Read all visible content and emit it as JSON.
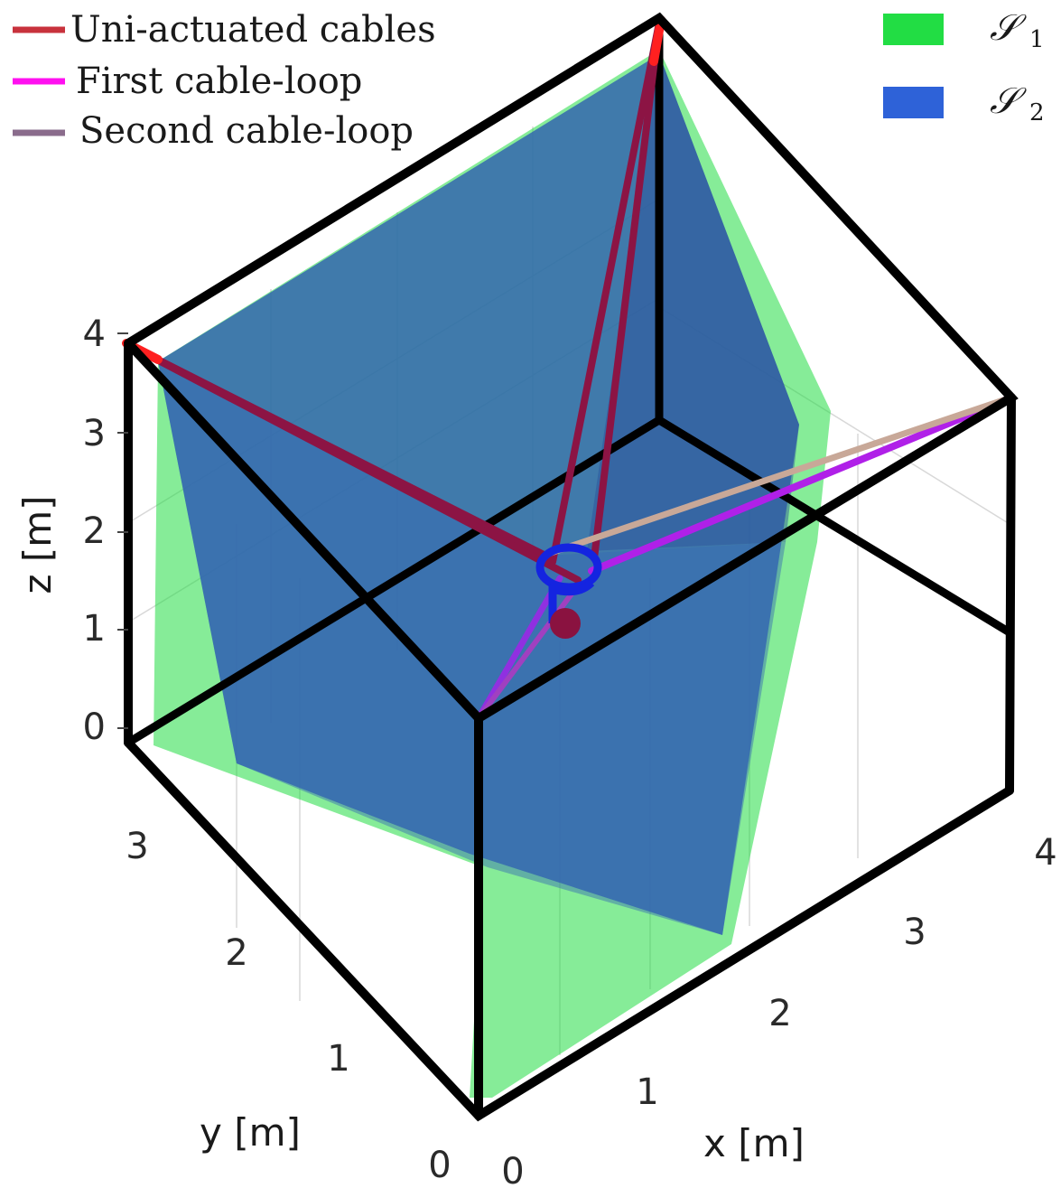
{
  "chart_data": {
    "type": "3d-workspace",
    "axes": {
      "x": {
        "label": "x [m]",
        "ticks": [
          "0",
          "1",
          "2",
          "3",
          "4"
        ],
        "range": [
          0,
          4
        ]
      },
      "y": {
        "label": "y [m]",
        "ticks": [
          "0",
          "1",
          "2",
          "3"
        ],
        "range": [
          0,
          3.5
        ]
      },
      "z": {
        "label": "z [m]",
        "ticks": [
          "0",
          "1",
          "2",
          "3",
          "4"
        ],
        "range": [
          0,
          4
        ]
      }
    },
    "frame_color": "#000000",
    "cable_legend": [
      {
        "name": "Uni-actuated cables",
        "color": "#c8323c"
      },
      {
        "name": "First cable-loop",
        "color": "#ff10f0"
      },
      {
        "name": "Second cable-loop",
        "color": "#8a6c8c"
      }
    ],
    "workspace_legend": [
      {
        "symbol": "𝒮",
        "subscript": "1",
        "color": "#22dd44"
      },
      {
        "symbol": "𝒮",
        "subscript": "2",
        "color": "#2e62d8"
      }
    ],
    "grid": true
  }
}
